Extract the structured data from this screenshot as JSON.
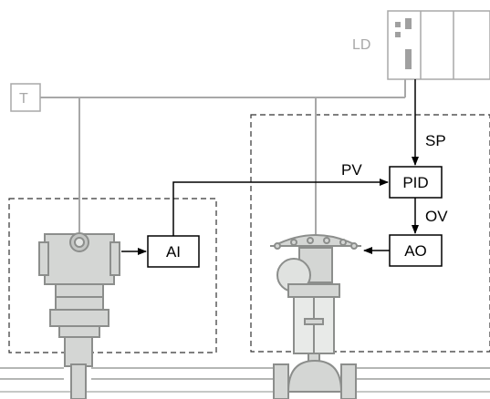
{
  "labels": {
    "ld": "LD",
    "t": "T",
    "pid": "PID",
    "ai": "AI",
    "ao": "AO",
    "sp": "SP",
    "pv": "PV",
    "ov": "OV"
  },
  "colors": {
    "line": "#000000",
    "bus": "#a8a8a8",
    "device_fill": "#d4d6d4",
    "device_stroke": "#8c8e8c",
    "dashed": "#333333"
  },
  "icons": [
    "linking-device-icon",
    "terminator-icon",
    "pressure-transmitter-icon",
    "control-valve-icon"
  ]
}
